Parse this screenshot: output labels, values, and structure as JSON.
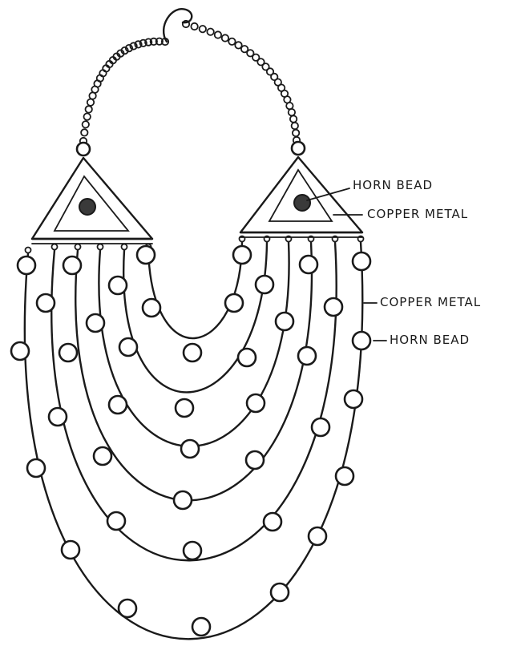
{
  "labels": {
    "horn_bead_top": "HORN BEAD",
    "copper_metal_top": "COPPER METAL",
    "copper_metal_side": "COPPER METAL",
    "horn_bead_side": "HORN BEAD"
  },
  "colors": {
    "ink": "#1a1a1a",
    "paper": "#ffffff",
    "horn": "#3a3a3a"
  }
}
